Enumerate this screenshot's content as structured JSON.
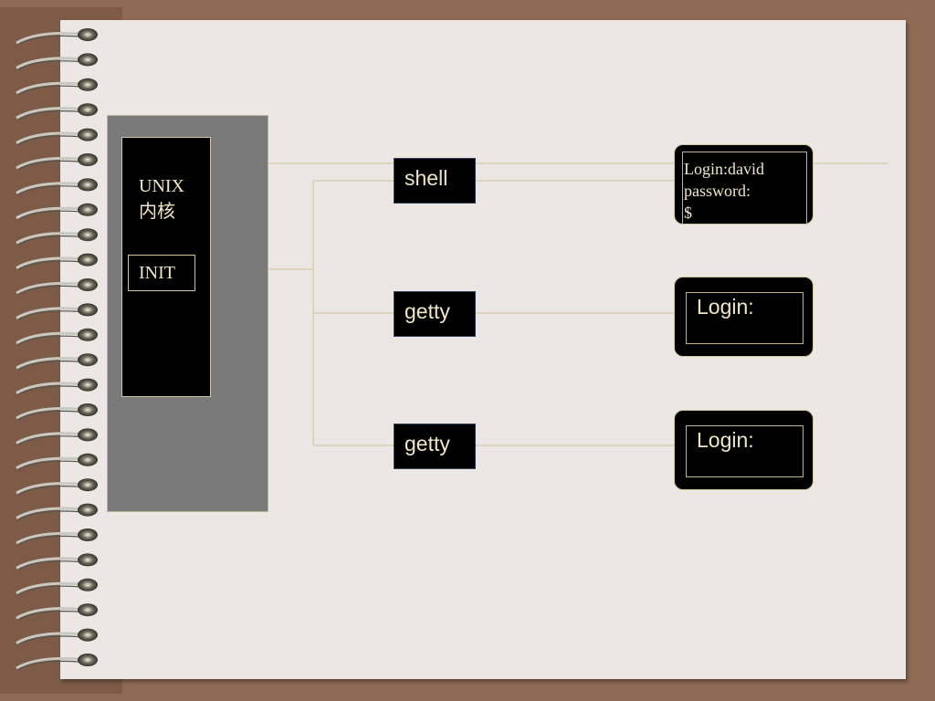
{
  "kernel": {
    "label": "UNIX\n内核",
    "init_label": "INIT"
  },
  "processes": [
    {
      "label": "shell"
    },
    {
      "label": "getty"
    },
    {
      "label": "getty"
    }
  ],
  "terminals": [
    {
      "text": "Login:david\npassword:\n$"
    },
    {
      "text": "Login:"
    },
    {
      "text": "Login:"
    }
  ],
  "colors": {
    "line": "#d2c9a6",
    "panel": "#7a7a7a",
    "box": "#000000",
    "text": "#efe6c8"
  }
}
